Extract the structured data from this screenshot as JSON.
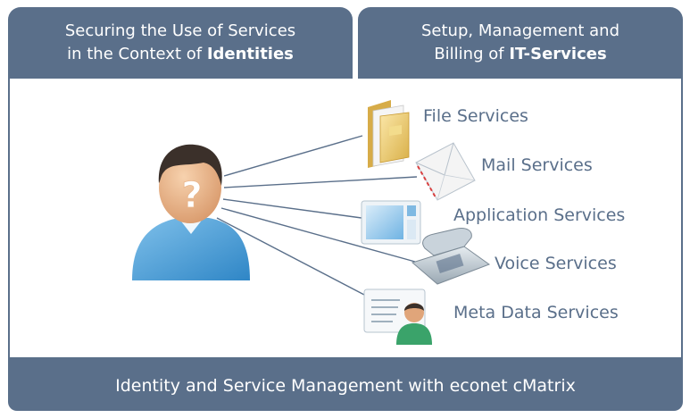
{
  "header": {
    "left": {
      "line1": "Securing the Use of Services",
      "line2_prefix": "in the Context of ",
      "line2_bold": "Identities"
    },
    "right": {
      "line1": "Setup, Management and",
      "line2_prefix": "Billing of ",
      "line2_bold": "IT-Services"
    }
  },
  "services": [
    {
      "label": "File Services",
      "icon": "folder-icon"
    },
    {
      "label": "Mail Services",
      "icon": "envelope-icon"
    },
    {
      "label": "Application Services",
      "icon": "application-window-icon"
    },
    {
      "label": "Voice Services",
      "icon": "telephone-icon"
    },
    {
      "label": "Meta Data Services",
      "icon": "contact-card-icon"
    }
  ],
  "user": {
    "icon": "user-question-icon",
    "mark": "?"
  },
  "footer": {
    "label": "Identity and Service Management with econet cMatrix"
  },
  "colors": {
    "frame": "#5a6f8a",
    "line": "#5a6f8a",
    "text_on_frame": "#ffffff",
    "service_text": "#5a6f8a"
  }
}
